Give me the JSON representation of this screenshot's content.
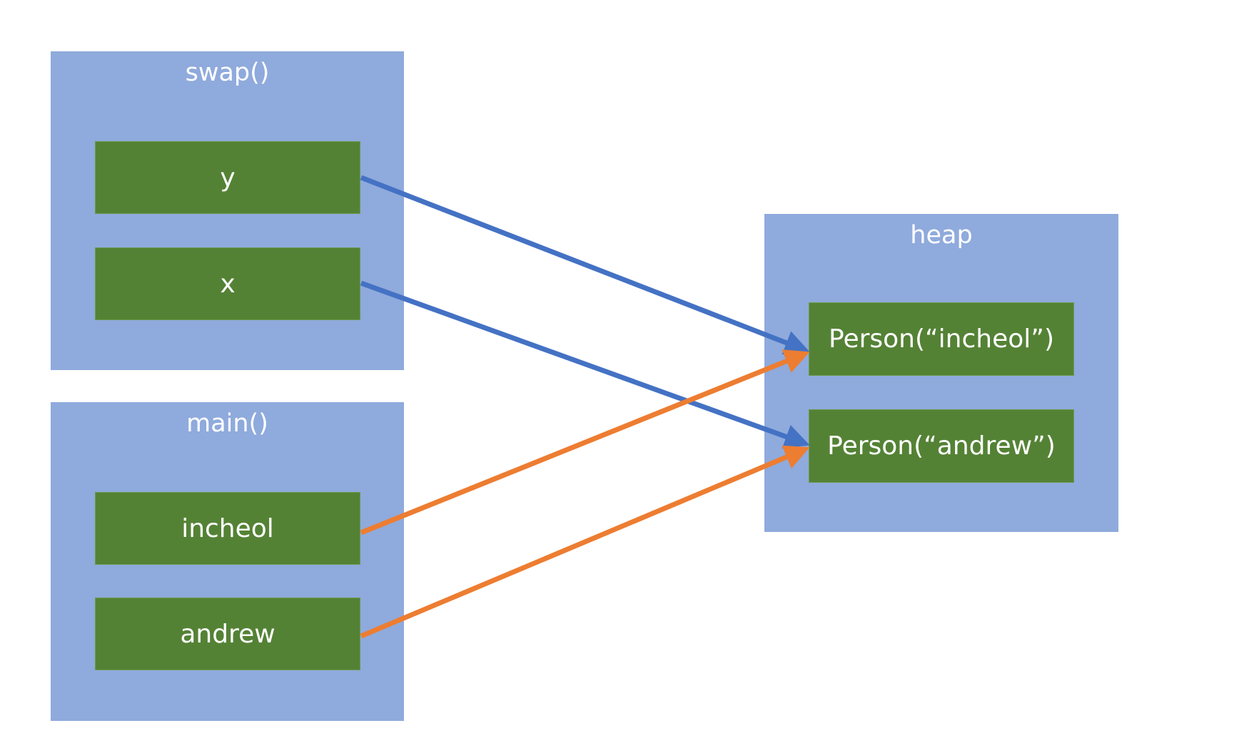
{
  "colors": {
    "frame": "#8faadc",
    "box": "#548235",
    "text": "#ffffff",
    "blue_arrow": "#4472c4",
    "orange_arrow": "#ed7d31"
  },
  "swap_frame": {
    "title": "swap()",
    "vars": [
      "y",
      "x"
    ]
  },
  "main_frame": {
    "title": "main()",
    "vars": [
      "incheol",
      "andrew"
    ]
  },
  "heap": {
    "title": "heap",
    "objects": [
      "Person(“incheol”)",
      "Person(“andrew”)"
    ]
  },
  "references": [
    {
      "from": "y",
      "to": "Person(“incheol”)",
      "color": "blue"
    },
    {
      "from": "x",
      "to": "Person(“andrew”)",
      "color": "blue"
    },
    {
      "from": "incheol",
      "to": "Person(“incheol”)",
      "color": "orange"
    },
    {
      "from": "andrew",
      "to": "Person(“andrew”)",
      "color": "orange"
    }
  ]
}
